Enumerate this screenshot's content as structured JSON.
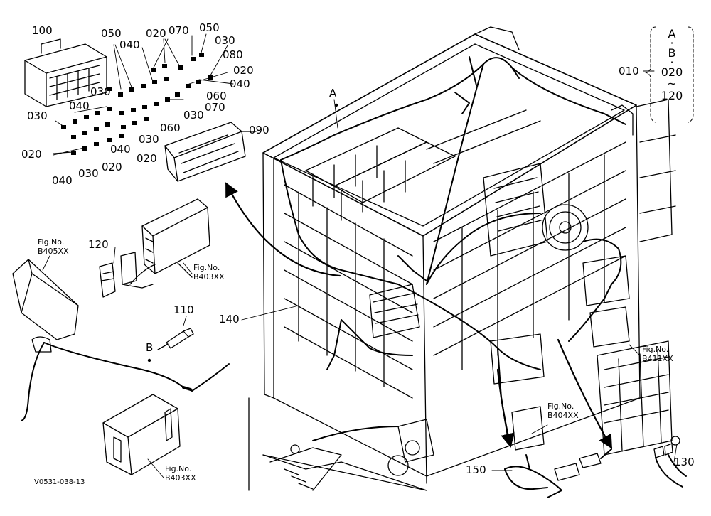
{
  "labels": {
    "p100": "100",
    "p050a": "050",
    "p040a": "040",
    "p020a": "020",
    "p070": "070",
    "p050b": "050",
    "p030a": "030",
    "p080": "080",
    "p020b": "020",
    "p040b": "040",
    "p060a": "060",
    "p070b": "070",
    "p030b": "030",
    "p030c": "030",
    "p040c": "040",
    "p060b": "060",
    "p030d": "030",
    "p020c": "020",
    "p090": "090",
    "p040d": "040",
    "p020d": "020",
    "p040e": "040",
    "p030e": "030",
    "p020e": "020",
    "p010": "010",
    "p120": "120",
    "p110": "110",
    "p140": "140",
    "p150": "150",
    "p130": "130",
    "refA": "A",
    "refB": "B"
  },
  "range": {
    "top": "A",
    "dot1": "·",
    "mid": "B",
    "dot2": "·",
    "start": "020",
    "tilde": "~",
    "end": "120"
  },
  "figrefs": {
    "b405": {
      "line1": "Fig.No.",
      "line2": "B405XX"
    },
    "b403a": {
      "line1": "Fig.No.",
      "line2": "B403XX"
    },
    "b403b": {
      "line1": "Fig.No.",
      "line2": "B403XX"
    },
    "b404": {
      "line1": "Fig.No.",
      "line2": "B404XX"
    },
    "b411": {
      "line1": "Fig.No.",
      "line2": "B411XX"
    }
  },
  "drawing_code": "V0531-038-13"
}
